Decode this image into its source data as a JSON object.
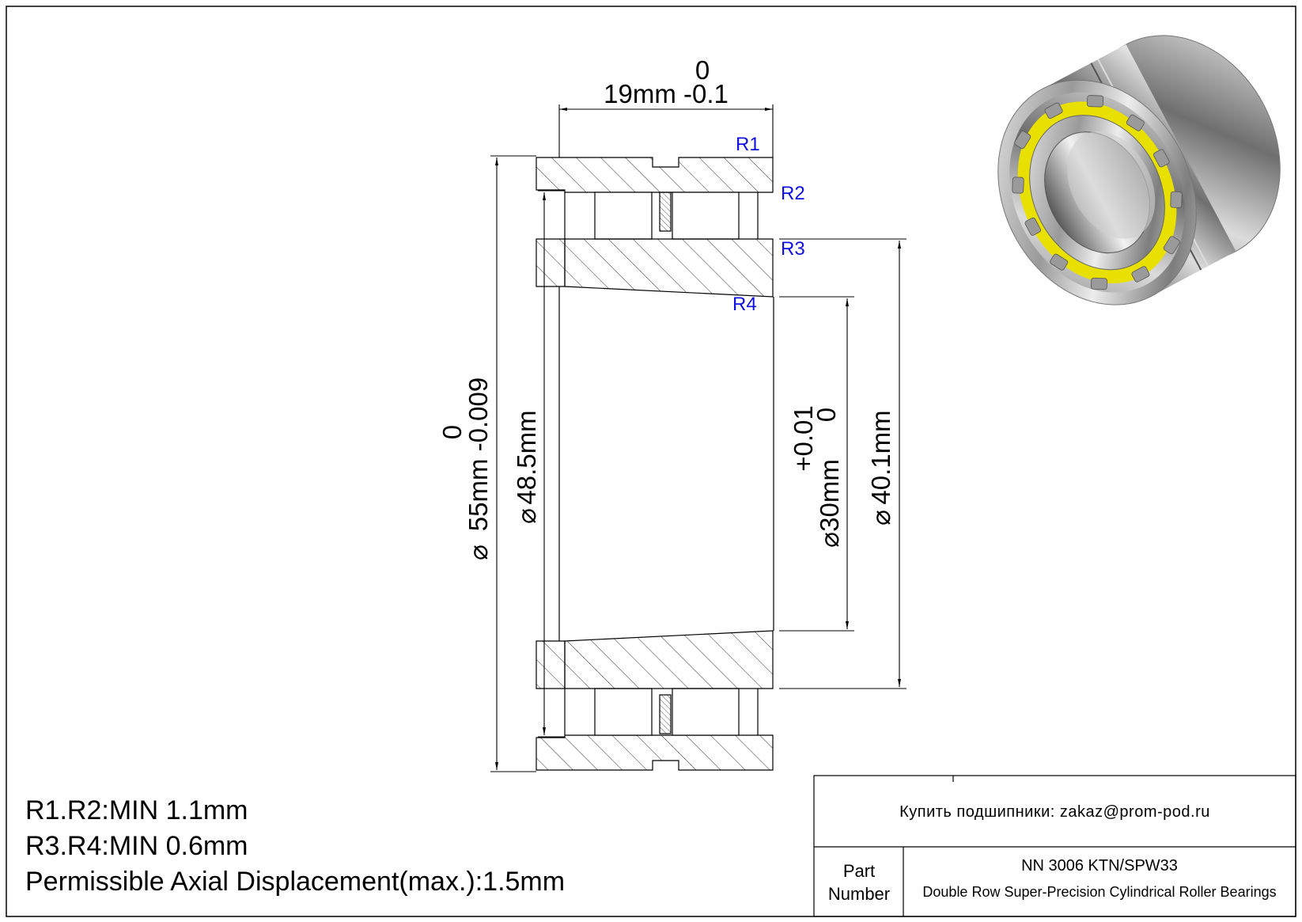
{
  "dimensions": {
    "width": {
      "value": "19mm -0.1",
      "upper_tol": "0"
    },
    "outer_diameter": {
      "value": "55mm -0.009",
      "upper_tol": "0",
      "symbol": "⌀"
    },
    "outer_race_inner": {
      "value": "48.5mm",
      "symbol": "⌀"
    },
    "bore": {
      "value": "30mm",
      "upper_tol": "+0.01",
      "lower_tol": "0",
      "symbol": "⌀"
    },
    "inner_race_outer": {
      "value": "40.1mm",
      "symbol": "⌀"
    }
  },
  "radii_labels": [
    "R1",
    "R2",
    "R3",
    "R4"
  ],
  "notes": [
    "R1.R2:MIN 1.1mm",
    "R3.R4:MIN 0.6mm",
    "Permissible Axial Displacement(max.):1.5mm"
  ],
  "title_block": {
    "contact": "Купить подшипники: zakaz@prom-pod.ru",
    "part_label_line1": "Part",
    "part_label_line2": "Number",
    "part_number": "NN 3006 KTN/SPW33",
    "description": "Double Row Super-Precision Cylindrical Roller Bearings"
  },
  "colors": {
    "radius_label": "#1010e0",
    "cage_yellow": "#e8e000"
  }
}
